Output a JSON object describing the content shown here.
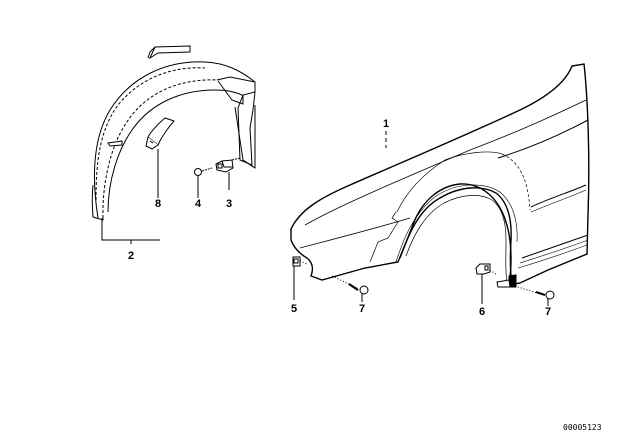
{
  "diagram": {
    "reference_number": "00005123",
    "callouts": [
      {
        "id": "1",
        "label": "1",
        "part": "fender"
      },
      {
        "id": "2",
        "label": "2",
        "part": "wheel-arch-liner"
      },
      {
        "id": "3",
        "label": "3",
        "part": "clip-nut"
      },
      {
        "id": "4",
        "label": "4",
        "part": "screw"
      },
      {
        "id": "5",
        "label": "5",
        "part": "clip-nut-front"
      },
      {
        "id": "6",
        "label": "6",
        "part": "clip-nut-rear"
      },
      {
        "id": "7a",
        "label": "7",
        "part": "screw-front"
      },
      {
        "id": "7b",
        "label": "7",
        "part": "screw-rear"
      },
      {
        "id": "8",
        "label": "8",
        "part": "seal-strip"
      }
    ]
  },
  "colors": {
    "line": "#000000",
    "background": "#ffffff",
    "part_fill": "#ffffff"
  }
}
